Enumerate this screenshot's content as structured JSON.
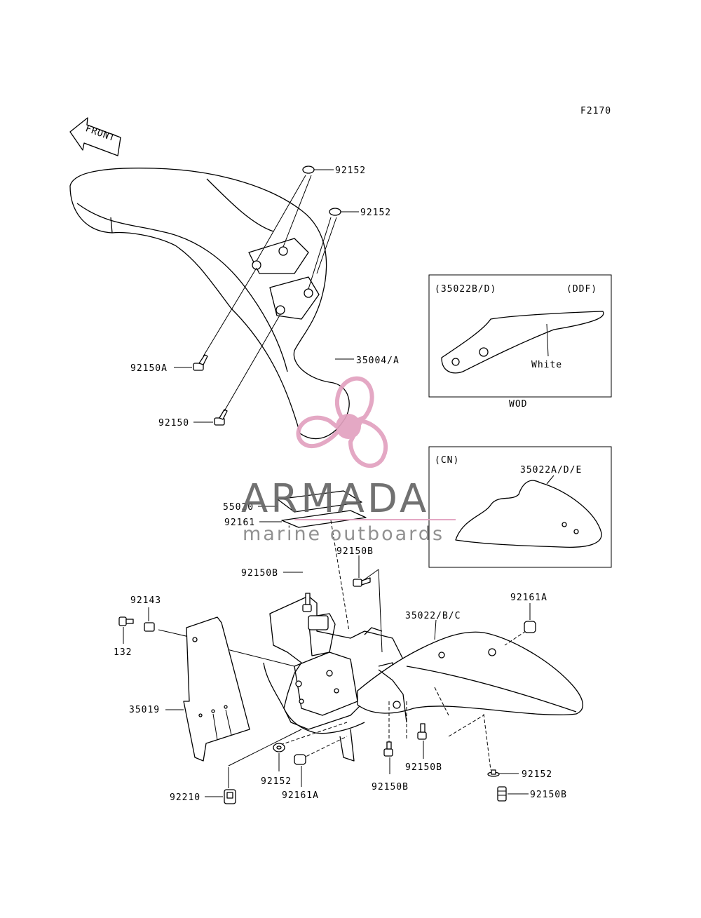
{
  "figure_code": "F2170",
  "front_arrow_label": "FRONT",
  "watermark": {
    "brand": "ARMADA",
    "tagline": "marine outboards",
    "logo_color": "#e2a1bf",
    "text_color": "#666666"
  },
  "parts": {
    "p92152_a": "92152",
    "p92152_b": "92152",
    "p35004": "35004/A",
    "p92150A": "92150A",
    "p92150": "92150",
    "p55020": "55020",
    "p92161": "92161",
    "p92150B_a": "92150B",
    "p92150B_b": "92150B",
    "p92143": "92143",
    "p132": "132",
    "p35022BC": "35022/B/C",
    "p92161A_a": "92161A",
    "p35019": "35019",
    "p92150B_c": "92150B",
    "p92152_c": "92152",
    "p92152_d": "92152",
    "p92210": "92210",
    "p92161A_b": "92161A",
    "p92150B_d": "92150B",
    "p92150B_e": "92150B"
  },
  "inset_wod": {
    "part": "(35022B/D)",
    "region": "(DDF)",
    "color_note": "White",
    "caption": "WOD"
  },
  "inset_cn": {
    "region": "(CN)",
    "part": "35022A/D/E"
  }
}
